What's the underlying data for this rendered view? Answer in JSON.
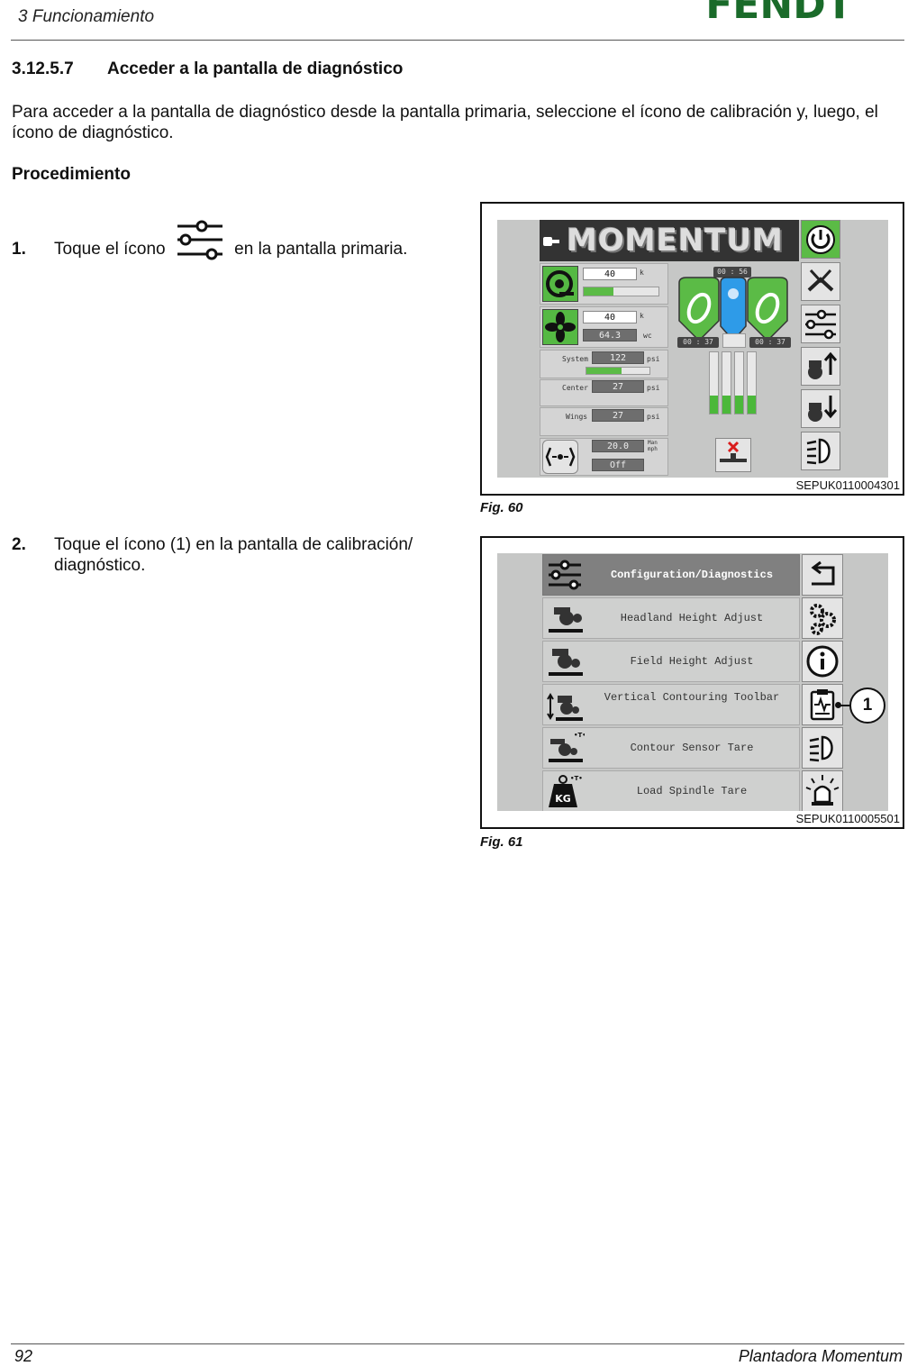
{
  "header": {
    "section": "3 Funcionamiento",
    "brand": "FENDT"
  },
  "section": {
    "number": "3.12.5.7",
    "title": "Acceder a la pantalla de diagnóstico"
  },
  "intro": "Para acceder a la pantalla de diagnóstico desde la pantalla primaria, seleccione el ícono de calibración y, luego, el ícono de diagnóstico.",
  "procedure_title": "Procedimiento",
  "steps": [
    {
      "num": "1.",
      "text_before": "Toque el ícono",
      "text_after": "en la pantalla primaria.",
      "icon": "settings-sliders-icon"
    },
    {
      "num": "2.",
      "text": "Toque el ícono (1) en la pantalla de calibración/ diagnóstico."
    }
  ],
  "figures": [
    {
      "caption": "Fig. 60",
      "code": "SEPUK0110004301",
      "screen": {
        "logo": "MOMENTUM",
        "rate1": "40",
        "rate2": "40",
        "vacuum": "64.3",
        "vacuum_unit": "wc",
        "rate_unit": "k",
        "rate1_progress": 0.4,
        "pressures": [
          {
            "label": "System",
            "value": "122",
            "unit": "psi",
            "level": 0.55
          },
          {
            "label": "Center",
            "value": "27",
            "unit": "psi"
          },
          {
            "label": "Wings",
            "value": "27",
            "unit": "psi"
          }
        ],
        "speed": "20.0",
        "speed_unit_top": "Man",
        "speed_unit_bottom": "mph",
        "state": "Off",
        "timer_top": "00 : 56",
        "timer_left": "00 : 37",
        "timer_right": "00 : 37",
        "row_levels": [
          0.3,
          0.3,
          0.3,
          0.3
        ]
      }
    },
    {
      "caption": "Fig. 61",
      "code": "SEPUK0110005501",
      "menu": [
        "Configuration/Diagnostics",
        "Headland Height Adjust",
        "Field Height Adjust",
        "Vertical Contouring Toolbar",
        "Contour Sensor Tare",
        "Load Spindle Tare"
      ],
      "kg_label": "KG",
      "callout": "1"
    }
  ],
  "footer": {
    "page": "92",
    "doc": "Plantadora Momentum"
  },
  "colors": {
    "accent_green": "#5bbb46",
    "brand_green": "#1a6b2a"
  }
}
